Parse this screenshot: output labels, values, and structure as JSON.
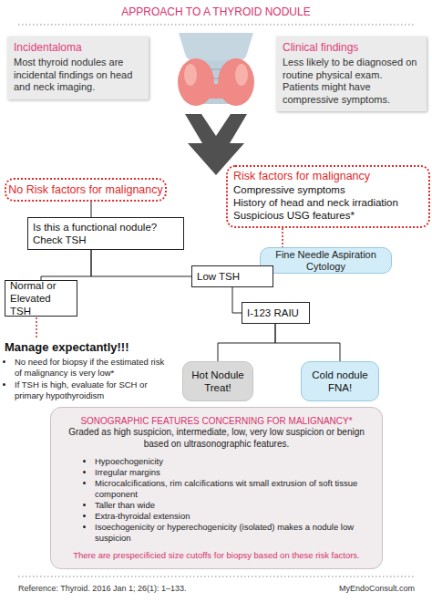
{
  "diagram": {
    "title": "APPROACH TO A THYROID NODULE",
    "nodes": [
      {
        "text": [
          "Incidentaloma",
          "Most thyroid nodules are incidental findings on head and neck imaging."
        ]
      },
      {
        "text": [
          "Clinical findings",
          "Less likely to be diagnosed on routine physical exam. Patients might have compressive symptoms."
        ]
      },
      {
        "text": [
          "No Risk factors for malignancy"
        ]
      },
      {
        "text": [
          "Risk factors for malignancy",
          "Compressive symptoms",
          "History of head and neck irradiation",
          "Suspicious USG features*"
        ]
      },
      {
        "text": [
          "Is this a functional nodule? Check TSH"
        ]
      },
      {
        "text": [
          "Fine Needle Aspiration Cytology"
        ]
      },
      {
        "text": [
          "Normal or Elevated TSH"
        ]
      },
      {
        "text": [
          "Low TSH"
        ]
      },
      {
        "text": [
          "I-123 RAIU"
        ]
      },
      {
        "text": [
          "Hot Nodule Treat!"
        ]
      },
      {
        "text": [
          "Cold nodule FNA!"
        ]
      },
      {
        "text": [
          "SONOGRAPHIC FEATURES CONCERNING FOR MALIGNANCY*",
          "Graded as high suspicion, intermediate, low, very low suspicion or benign based on ultrasonographic features.",
          "Hypoechogenicity",
          "Irregular margins",
          "Microcalcifications, rim calcifications wit small extrusion of soft tissue component",
          "Taller than wide",
          "Extra-thyroidal extension",
          "Isoechogenicity or hyperechogenicity (isolated) makes a nodule low suspicion",
          "There are prespecificied size cutoffs for biopsy based on these risk factors."
        ]
      }
    ],
    "edges": [
      {
        "from": 2,
        "to": 4,
        "arrow": "none"
      },
      {
        "from": 3,
        "to": 5,
        "arrow": "none"
      },
      {
        "from": 4,
        "to": 6,
        "arrow": "none"
      },
      {
        "from": 4,
        "to": 7,
        "arrow": "none"
      },
      {
        "from": 7,
        "to": 8,
        "arrow": "none"
      },
      {
        "from": 8,
        "to": 9,
        "arrow": "none"
      },
      {
        "from": 8,
        "to": 10,
        "arrow": "none"
      }
    ],
    "labels": [
      "Manage expectantly!!!",
      "No need for biopsy if the estimated risk of malignancy is very low*",
      "If TSH is high, evaluate for SCH or primary hypothyroidism",
      "Reference: Thyroid. 2016 Jan 1; 26(1): 1–133.",
      "MyEndoConsult.com"
    ]
  }
}
